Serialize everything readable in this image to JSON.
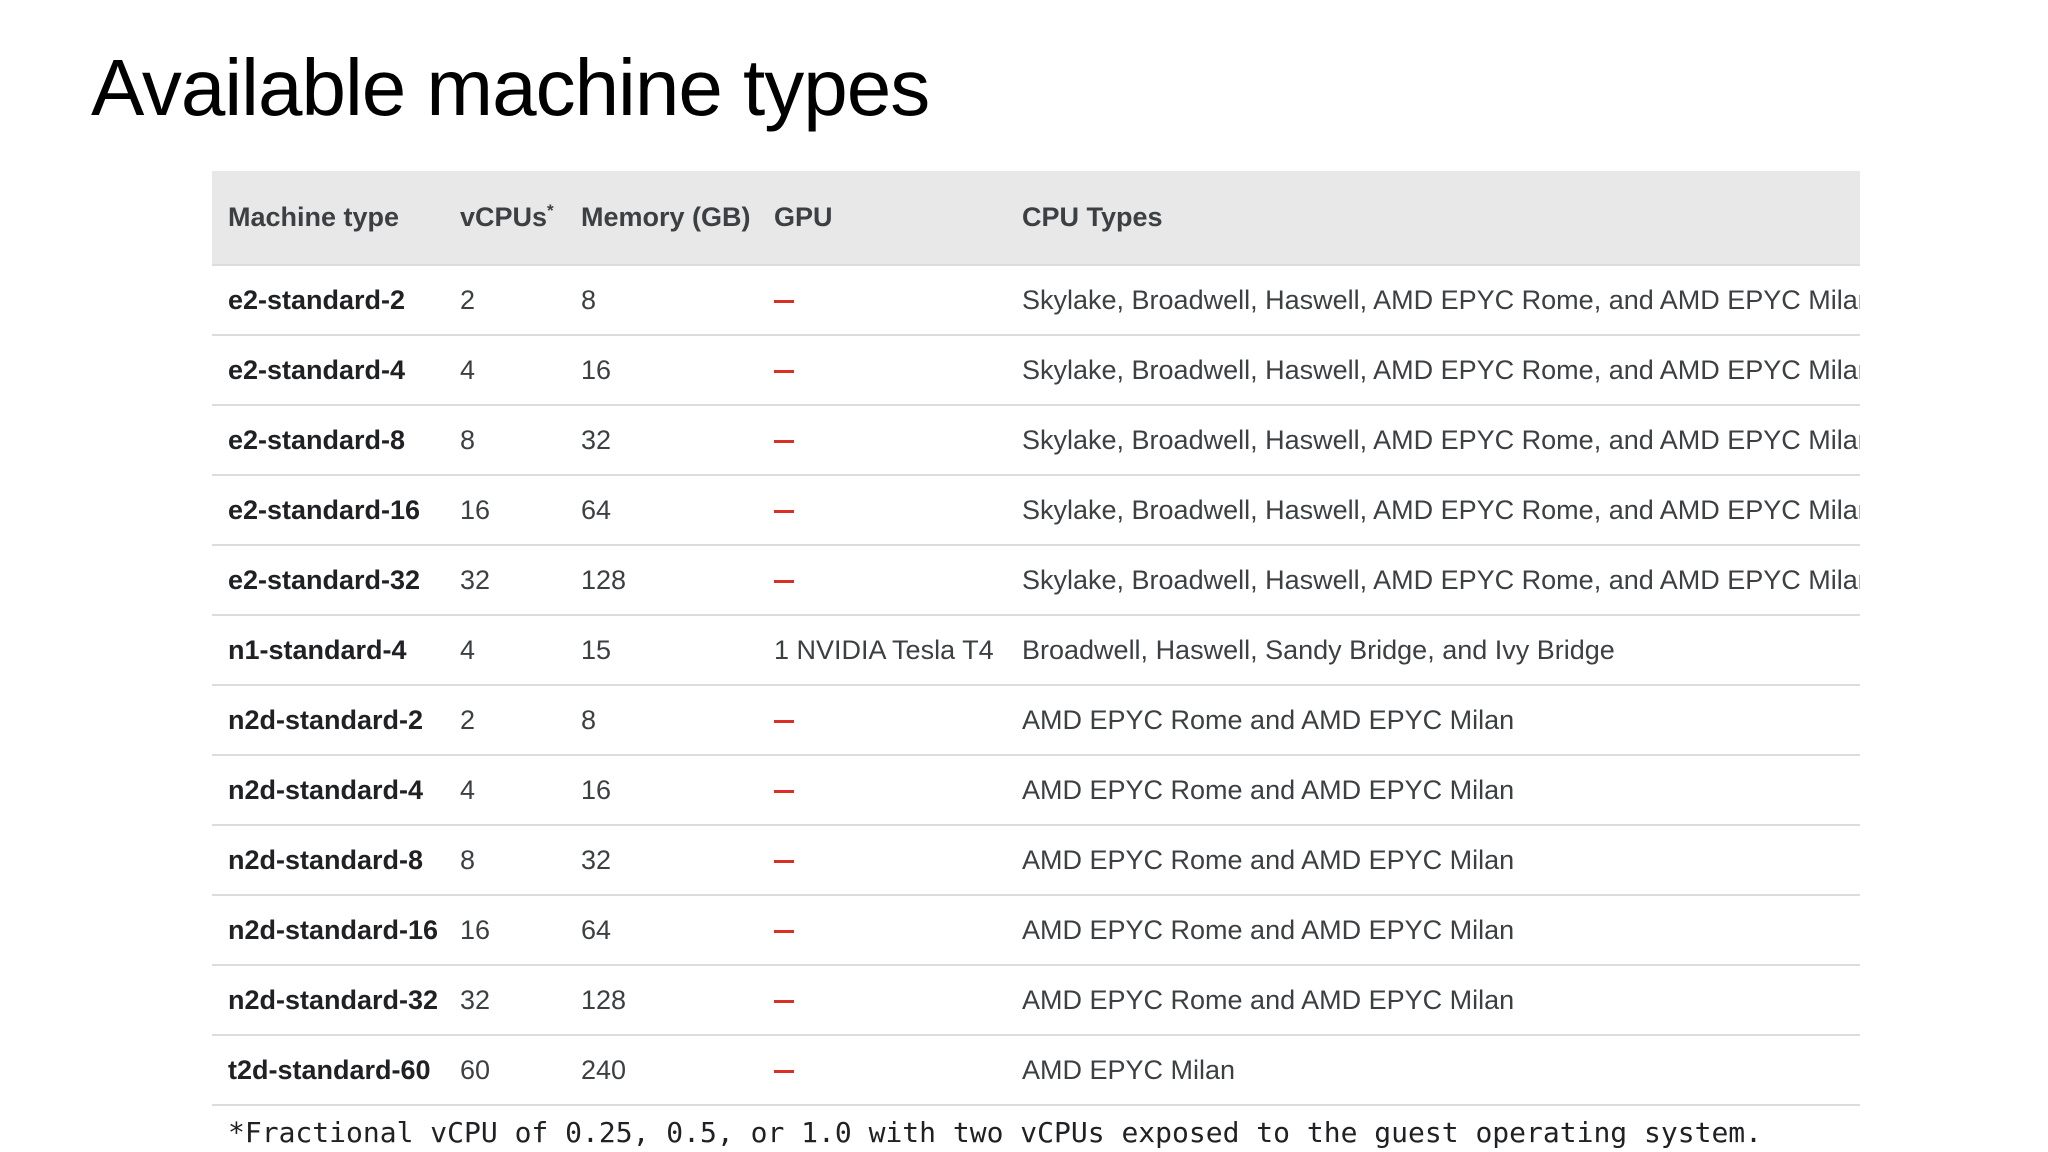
{
  "slide": {
    "title": "Available machine types",
    "footnote": "*Fractional vCPU of 0.25, 0.5, or 1.0 with two vCPUs exposed to the guest operating system."
  },
  "table": {
    "headers": {
      "machine_type": "Machine type",
      "vcpus": "vCPUs",
      "vcpus_marker": "*",
      "memory": "Memory (GB)",
      "gpu": "GPU",
      "cpu_types": "CPU Types"
    },
    "rows": [
      {
        "type": "e2-standard-2",
        "vcpus": "2",
        "memory": "8",
        "gpu": "",
        "cpu": "Skylake, Broadwell, Haswell, AMD EPYC Rome, and AMD EPYC Milan"
      },
      {
        "type": "e2-standard-4",
        "vcpus": "4",
        "memory": "16",
        "gpu": "",
        "cpu": "Skylake, Broadwell, Haswell, AMD EPYC Rome, and AMD EPYC Milan"
      },
      {
        "type": "e2-standard-8",
        "vcpus": "8",
        "memory": "32",
        "gpu": "",
        "cpu": "Skylake, Broadwell, Haswell, AMD EPYC Rome, and AMD EPYC Milan"
      },
      {
        "type": "e2-standard-16",
        "vcpus": "16",
        "memory": "64",
        "gpu": "",
        "cpu": "Skylake, Broadwell, Haswell, AMD EPYC Rome, and AMD EPYC Milan"
      },
      {
        "type": "e2-standard-32",
        "vcpus": "32",
        "memory": "128",
        "gpu": "",
        "cpu": "Skylake, Broadwell, Haswell, AMD EPYC Rome, and AMD EPYC Milan"
      },
      {
        "type": "n1-standard-4",
        "vcpus": "4",
        "memory": "15",
        "gpu": "1 NVIDIA Tesla T4",
        "cpu": "Broadwell, Haswell, Sandy Bridge, and Ivy Bridge"
      },
      {
        "type": "n2d-standard-2",
        "vcpus": "2",
        "memory": "8",
        "gpu": "",
        "cpu": "AMD EPYC Rome and AMD EPYC Milan"
      },
      {
        "type": "n2d-standard-4",
        "vcpus": "4",
        "memory": "16",
        "gpu": "",
        "cpu": "AMD EPYC Rome and AMD EPYC Milan"
      },
      {
        "type": "n2d-standard-8",
        "vcpus": "8",
        "memory": "32",
        "gpu": "",
        "cpu": "AMD EPYC Rome and AMD EPYC Milan"
      },
      {
        "type": "n2d-standard-16",
        "vcpus": "16",
        "memory": "64",
        "gpu": "",
        "cpu": "AMD EPYC Rome and AMD EPYC Milan"
      },
      {
        "type": "n2d-standard-32",
        "vcpus": "32",
        "memory": "128",
        "gpu": "",
        "cpu": "AMD EPYC Rome and AMD EPYC Milan"
      },
      {
        "type": "t2d-standard-60",
        "vcpus": "60",
        "memory": "240",
        "gpu": "",
        "cpu": "AMD EPYC Milan"
      }
    ]
  },
  "colors": {
    "header_bg": "#e8e8e9",
    "row_divider": "#dadce0",
    "none_dash": "#d93025",
    "text": "#3c4043"
  }
}
